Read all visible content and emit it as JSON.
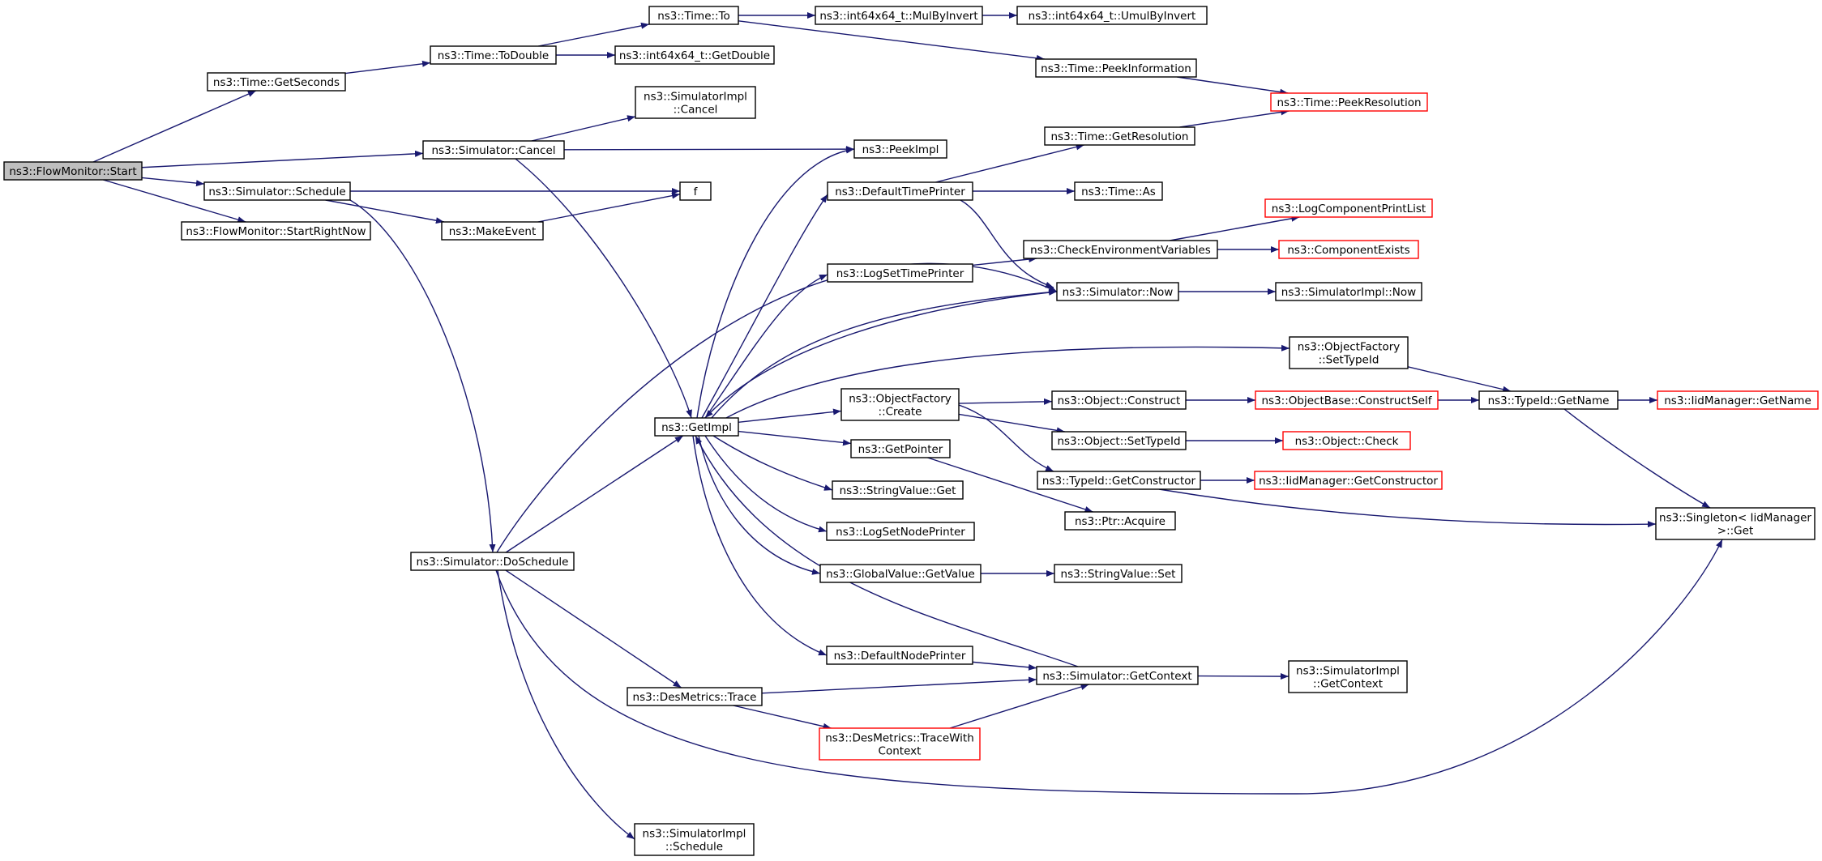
{
  "nodes": [
    {
      "id": "start",
      "lines": [
        "ns3::FlowMonitor::Start"
      ],
      "style": "root"
    },
    {
      "id": "getseconds",
      "lines": [
        "ns3::Time::GetSeconds"
      ],
      "style": "normal"
    },
    {
      "id": "todouble",
      "lines": [
        "ns3::Time::ToDouble"
      ],
      "style": "normal"
    },
    {
      "id": "to",
      "lines": [
        "ns3::Time::To"
      ],
      "style": "normal"
    },
    {
      "id": "mulbyinvert",
      "lines": [
        "ns3::int64x64_t::MulByInvert"
      ],
      "style": "normal"
    },
    {
      "id": "umulbyinvert",
      "lines": [
        "ns3::int64x64_t::UmulByInvert"
      ],
      "style": "normal"
    },
    {
      "id": "getdouble",
      "lines": [
        "ns3::int64x64_t::GetDouble"
      ],
      "style": "normal"
    },
    {
      "id": "peekinformation",
      "lines": [
        "ns3::Time::PeekInformation"
      ],
      "style": "normal"
    },
    {
      "id": "peekresolution",
      "lines": [
        "ns3::Time::PeekResolution"
      ],
      "style": "red"
    },
    {
      "id": "simcancel",
      "lines": [
        "ns3::Simulator::Cancel"
      ],
      "style": "normal"
    },
    {
      "id": "implcancel",
      "lines": [
        "ns3::SimulatorImpl",
        "::Cancel"
      ],
      "style": "normal"
    },
    {
      "id": "peekimpl",
      "lines": [
        "ns3::PeekImpl"
      ],
      "style": "normal"
    },
    {
      "id": "schedule",
      "lines": [
        "ns3::Simulator::Schedule"
      ],
      "style": "normal"
    },
    {
      "id": "f",
      "lines": [
        "f"
      ],
      "style": "normal"
    },
    {
      "id": "makeevent",
      "lines": [
        "ns3::MakeEvent"
      ],
      "style": "normal"
    },
    {
      "id": "startrightnow",
      "lines": [
        "ns3::FlowMonitor::StartRightNow"
      ],
      "style": "normal"
    },
    {
      "id": "gettimeres",
      "lines": [
        "ns3::Time::GetResolution"
      ],
      "style": "normal"
    },
    {
      "id": "deftimeprinter",
      "lines": [
        "ns3::DefaultTimePrinter"
      ],
      "style": "normal"
    },
    {
      "id": "timeas",
      "lines": [
        "ns3::Time::As"
      ],
      "style": "normal"
    },
    {
      "id": "logcompprintlist",
      "lines": [
        "ns3::LogComponentPrintList"
      ],
      "style": "red"
    },
    {
      "id": "checkenv",
      "lines": [
        "ns3::CheckEnvironmentVariables"
      ],
      "style": "normal"
    },
    {
      "id": "compexists",
      "lines": [
        "ns3::ComponentExists"
      ],
      "style": "red"
    },
    {
      "id": "logsettimeprinter",
      "lines": [
        "ns3::LogSetTimePrinter"
      ],
      "style": "normal"
    },
    {
      "id": "simnow",
      "lines": [
        "ns3::Simulator::Now"
      ],
      "style": "normal"
    },
    {
      "id": "implnow",
      "lines": [
        "ns3::SimulatorImpl::Now"
      ],
      "style": "normal"
    },
    {
      "id": "ofsettypeid",
      "lines": [
        "ns3::ObjectFactory",
        "::SetTypeId"
      ],
      "style": "normal"
    },
    {
      "id": "getimpl",
      "lines": [
        "ns3::GetImpl"
      ],
      "style": "normal"
    },
    {
      "id": "ofcreate",
      "lines": [
        "ns3::ObjectFactory",
        "::Create"
      ],
      "style": "normal"
    },
    {
      "id": "objconstruct",
      "lines": [
        "ns3::Object::Construct"
      ],
      "style": "normal"
    },
    {
      "id": "constructself",
      "lines": [
        "ns3::ObjectBase::ConstructSelf"
      ],
      "style": "red"
    },
    {
      "id": "typeidgetname",
      "lines": [
        "ns3::TypeId::GetName"
      ],
      "style": "normal"
    },
    {
      "id": "iidgetname",
      "lines": [
        "ns3::IidManager::GetName"
      ],
      "style": "red"
    },
    {
      "id": "objsettypeid",
      "lines": [
        "ns3::Object::SetTypeId"
      ],
      "style": "normal"
    },
    {
      "id": "objcheck",
      "lines": [
        "ns3::Object::Check"
      ],
      "style": "red"
    },
    {
      "id": "getpointer",
      "lines": [
        "ns3::GetPointer"
      ],
      "style": "normal"
    },
    {
      "id": "getconstructor",
      "lines": [
        "ns3::TypeId::GetConstructor"
      ],
      "style": "normal"
    },
    {
      "id": "iidgetconstructor",
      "lines": [
        "ns3::IidManager::GetConstructor"
      ],
      "style": "red"
    },
    {
      "id": "strvalget",
      "lines": [
        "ns3::StringValue::Get"
      ],
      "style": "normal"
    },
    {
      "id": "ptracquire",
      "lines": [
        "ns3::Ptr::Acquire"
      ],
      "style": "normal"
    },
    {
      "id": "singleton",
      "lines": [
        "ns3::Singleton< IidManager",
        ">::Get"
      ],
      "style": "normal"
    },
    {
      "id": "logsetnodeprinter",
      "lines": [
        "ns3::LogSetNodePrinter"
      ],
      "style": "normal"
    },
    {
      "id": "doschedule",
      "lines": [
        "ns3::Simulator::DoSchedule"
      ],
      "style": "normal"
    },
    {
      "id": "gvgetvalue",
      "lines": [
        "ns3::GlobalValue::GetValue"
      ],
      "style": "normal"
    },
    {
      "id": "strvalset",
      "lines": [
        "ns3::StringValue::Set"
      ],
      "style": "normal"
    },
    {
      "id": "defnodeprinter",
      "lines": [
        "ns3::DefaultNodePrinter"
      ],
      "style": "normal"
    },
    {
      "id": "simgetcontext",
      "lines": [
        "ns3::Simulator::GetContext"
      ],
      "style": "normal"
    },
    {
      "id": "implgetcontext",
      "lines": [
        "ns3::SimulatorImpl",
        "::GetContext"
      ],
      "style": "normal"
    },
    {
      "id": "desmetricstrace",
      "lines": [
        "ns3::DesMetrics::Trace"
      ],
      "style": "normal"
    },
    {
      "id": "tracewithcontext",
      "lines": [
        "ns3::DesMetrics::TraceWith",
        "Context"
      ],
      "style": "red"
    },
    {
      "id": "implschedule",
      "lines": [
        "ns3::SimulatorImpl",
        "::Schedule"
      ],
      "style": "normal"
    }
  ],
  "edges": [
    [
      "start",
      "getseconds"
    ],
    [
      "start",
      "simcancel"
    ],
    [
      "start",
      "schedule"
    ],
    [
      "start",
      "startrightnow"
    ],
    [
      "getseconds",
      "todouble"
    ],
    [
      "todouble",
      "to"
    ],
    [
      "todouble",
      "getdouble"
    ],
    [
      "to",
      "mulbyinvert"
    ],
    [
      "to",
      "peekinformation"
    ],
    [
      "mulbyinvert",
      "umulbyinvert"
    ],
    [
      "peekinformation",
      "peekresolution"
    ],
    [
      "simcancel",
      "implcancel"
    ],
    [
      "simcancel",
      "peekimpl"
    ],
    [
      "simcancel",
      "getimpl"
    ],
    [
      "schedule",
      "f"
    ],
    [
      "schedule",
      "makeevent"
    ],
    [
      "schedule",
      "doschedule"
    ],
    [
      "makeevent",
      "f"
    ],
    [
      "getimpl",
      "peekimpl"
    ],
    [
      "getimpl",
      "deftimeprinter"
    ],
    [
      "getimpl",
      "logsettimeprinter"
    ],
    [
      "getimpl",
      "simnow"
    ],
    [
      "getimpl",
      "ofsettypeid"
    ],
    [
      "getimpl",
      "ofcreate"
    ],
    [
      "getimpl",
      "getpointer"
    ],
    [
      "getimpl",
      "strvalget"
    ],
    [
      "getimpl",
      "logsetnodeprinter"
    ],
    [
      "getimpl",
      "gvgetvalue"
    ],
    [
      "getimpl",
      "defnodeprinter"
    ],
    [
      "deftimeprinter",
      "gettimeres"
    ],
    [
      "deftimeprinter",
      "timeas"
    ],
    [
      "deftimeprinter",
      "simnow"
    ],
    [
      "gettimeres",
      "peekresolution"
    ],
    [
      "logsettimeprinter",
      "checkenv"
    ],
    [
      "checkenv",
      "logcompprintlist"
    ],
    [
      "checkenv",
      "compexists"
    ],
    [
      "simnow",
      "implnow"
    ],
    [
      "simnow",
      "getimpl"
    ],
    [
      "ofsettypeid",
      "typeidgetname"
    ],
    [
      "ofcreate",
      "objconstruct"
    ],
    [
      "ofcreate",
      "objsettypeid"
    ],
    [
      "ofcreate",
      "getconstructor"
    ],
    [
      "objconstruct",
      "constructself"
    ],
    [
      "constructself",
      "typeidgetname"
    ],
    [
      "typeidgetname",
      "iidgetname"
    ],
    [
      "typeidgetname",
      "singleton"
    ],
    [
      "objsettypeid",
      "objcheck"
    ],
    [
      "getconstructor",
      "iidgetconstructor"
    ],
    [
      "getconstructor",
      "singleton"
    ],
    [
      "getpointer",
      "ptracquire"
    ],
    [
      "gvgetvalue",
      "strvalset"
    ],
    [
      "defnodeprinter",
      "simgetcontext"
    ],
    [
      "simgetcontext",
      "implgetcontext"
    ],
    [
      "simgetcontext",
      "getimpl"
    ],
    [
      "doschedule",
      "getimpl"
    ],
    [
      "doschedule",
      "simnow"
    ],
    [
      "doschedule",
      "desmetricstrace"
    ],
    [
      "doschedule",
      "singleton"
    ],
    [
      "doschedule",
      "implschedule"
    ],
    [
      "desmetricstrace",
      "simgetcontext"
    ],
    [
      "desmetricstrace",
      "tracewithcontext"
    ],
    [
      "tracewithcontext",
      "simgetcontext"
    ]
  ]
}
